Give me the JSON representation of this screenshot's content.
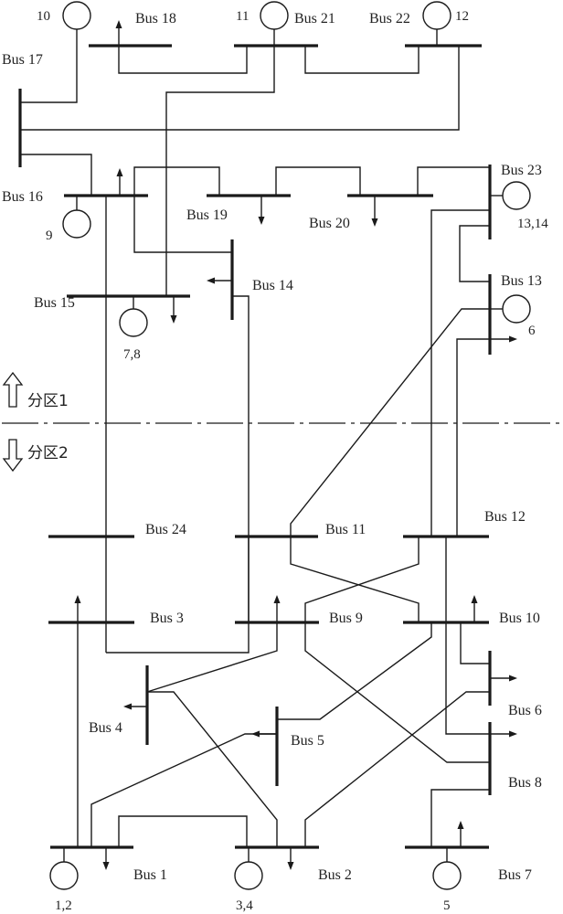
{
  "buses": [
    {
      "id": "bus-1",
      "label": "Bus 1"
    },
    {
      "id": "bus-2",
      "label": "Bus 2"
    },
    {
      "id": "bus-3",
      "label": "Bus 3"
    },
    {
      "id": "bus-4",
      "label": "Bus 4"
    },
    {
      "id": "bus-5",
      "label": "Bus 5"
    },
    {
      "id": "bus-6",
      "label": "Bus 6"
    },
    {
      "id": "bus-7",
      "label": "Bus 7"
    },
    {
      "id": "bus-8",
      "label": "Bus 8"
    },
    {
      "id": "bus-9",
      "label": "Bus 9"
    },
    {
      "id": "bus-10",
      "label": "Bus 10"
    },
    {
      "id": "bus-11",
      "label": "Bus 11"
    },
    {
      "id": "bus-12",
      "label": "Bus 12"
    },
    {
      "id": "bus-13",
      "label": "Bus 13"
    },
    {
      "id": "bus-14",
      "label": "Bus 14"
    },
    {
      "id": "bus-15",
      "label": "Bus 15"
    },
    {
      "id": "bus-16",
      "label": "Bus 16"
    },
    {
      "id": "bus-17",
      "label": "Bus 17"
    },
    {
      "id": "bus-18",
      "label": "Bus 18"
    },
    {
      "id": "bus-19",
      "label": "Bus 19"
    },
    {
      "id": "bus-20",
      "label": "Bus 20"
    },
    {
      "id": "bus-21",
      "label": "Bus 21"
    },
    {
      "id": "bus-22",
      "label": "Bus 22"
    },
    {
      "id": "bus-23",
      "label": "Bus 23"
    },
    {
      "id": "bus-24",
      "label": "Bus 24"
    }
  ],
  "generators": [
    {
      "id": "gen-1-2",
      "label": "1,2"
    },
    {
      "id": "gen-3-4",
      "label": "3,4"
    },
    {
      "id": "gen-5",
      "label": "5"
    },
    {
      "id": "gen-6",
      "label": "6"
    },
    {
      "id": "gen-7-8",
      "label": "7,8"
    },
    {
      "id": "gen-9",
      "label": "9"
    },
    {
      "id": "gen-10",
      "label": "10"
    },
    {
      "id": "gen-11",
      "label": "11"
    },
    {
      "id": "gen-12",
      "label": "12"
    },
    {
      "id": "gen-13-14",
      "label": "13,14"
    }
  ],
  "zones": {
    "upper": "分区1",
    "lower": "分区2"
  },
  "colors": {
    "line": "#1a1a1a",
    "background": "#ffffff"
  }
}
